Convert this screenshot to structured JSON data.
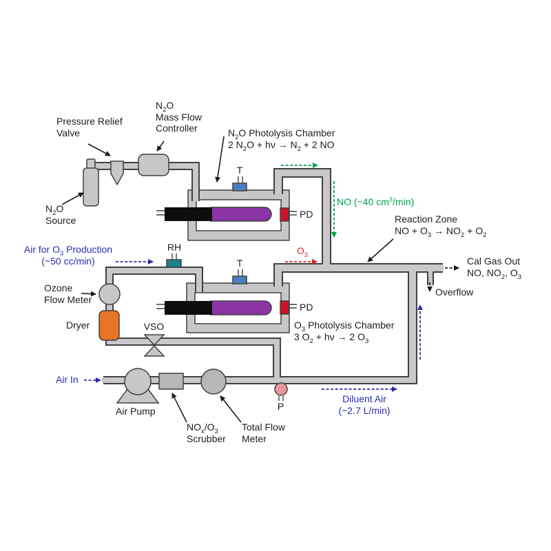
{
  "colors": {
    "pipe_fill": "#c9c9cb",
    "pipe_outline": "#414141",
    "component_gray": "#c7c7c9",
    "component_gray_dark": "#b7b7ba",
    "lamp_black": "#0d0d0d",
    "lamp_purple": "#8a34a5",
    "pd_red": "#cf1126",
    "t_sensor_blue": "#4d7ec0",
    "rh_sensor_teal": "#20808f",
    "dryer_orange": "#e87425",
    "p_sensor_pink": "#e8979e",
    "flow_green": "#00a24d",
    "flow_blue": "#2b2bad",
    "flow_red": "#e02020",
    "text_black": "#1c1c1c"
  },
  "labels": {
    "pressure_relief_valve": "Pressure Relief<br>Valve",
    "n2o_mfc": "N<sub>2</sub>O<br>Mass Flow<br>Controller",
    "n2o_source": "N<sub>2</sub>O<br>Source",
    "n2o_chamber_title": "N<sub>2</sub>O Photolysis Chamber",
    "n2o_chamber_reaction": "2 N<sub>2</sub>O + hν → N<sub>2</sub> + 2 NO",
    "o3_chamber_title": "O<sub>3</sub> Photolysis Chamber",
    "o3_chamber_reaction": "3 O<sub>2</sub> + hν →  2 O<sub>3</sub>",
    "reaction_zone_title": "Reaction Zone",
    "reaction_zone_reaction": "NO + O<sub>3</sub> → NO<sub>2</sub> + O<sub>2</sub>",
    "t_sensor": "T",
    "pd_sensor": "PD",
    "rh_sensor": "RH",
    "p_sensor": "P",
    "ozone_flow_meter": "Ozone<br>Flow Meter",
    "dryer": "Dryer",
    "vso_valve": "VSO",
    "air_pump": "Air Pump",
    "scrubber": "NO<sub>x</sub>/O<sub>3</sub><br>Scrubber",
    "total_flow_meter": "Total Flow<br>Meter"
  },
  "flows": {
    "no_out": "NO (~40 cm<sup>3</sup>/min)",
    "o3_out": "O<sub>3</sub>",
    "air_for_o3": "Air for O<sub>3</sub> Production<br>(~50 cc/min)",
    "air_in": "Air In",
    "diluent_air": "Diluent Air<br>(~2.7 L/min)",
    "cal_gas_out": "Cal Gas Out<br>NO, NO<sub>2</sub>, O<sub>3</sub>",
    "overflow": "Overflow"
  }
}
